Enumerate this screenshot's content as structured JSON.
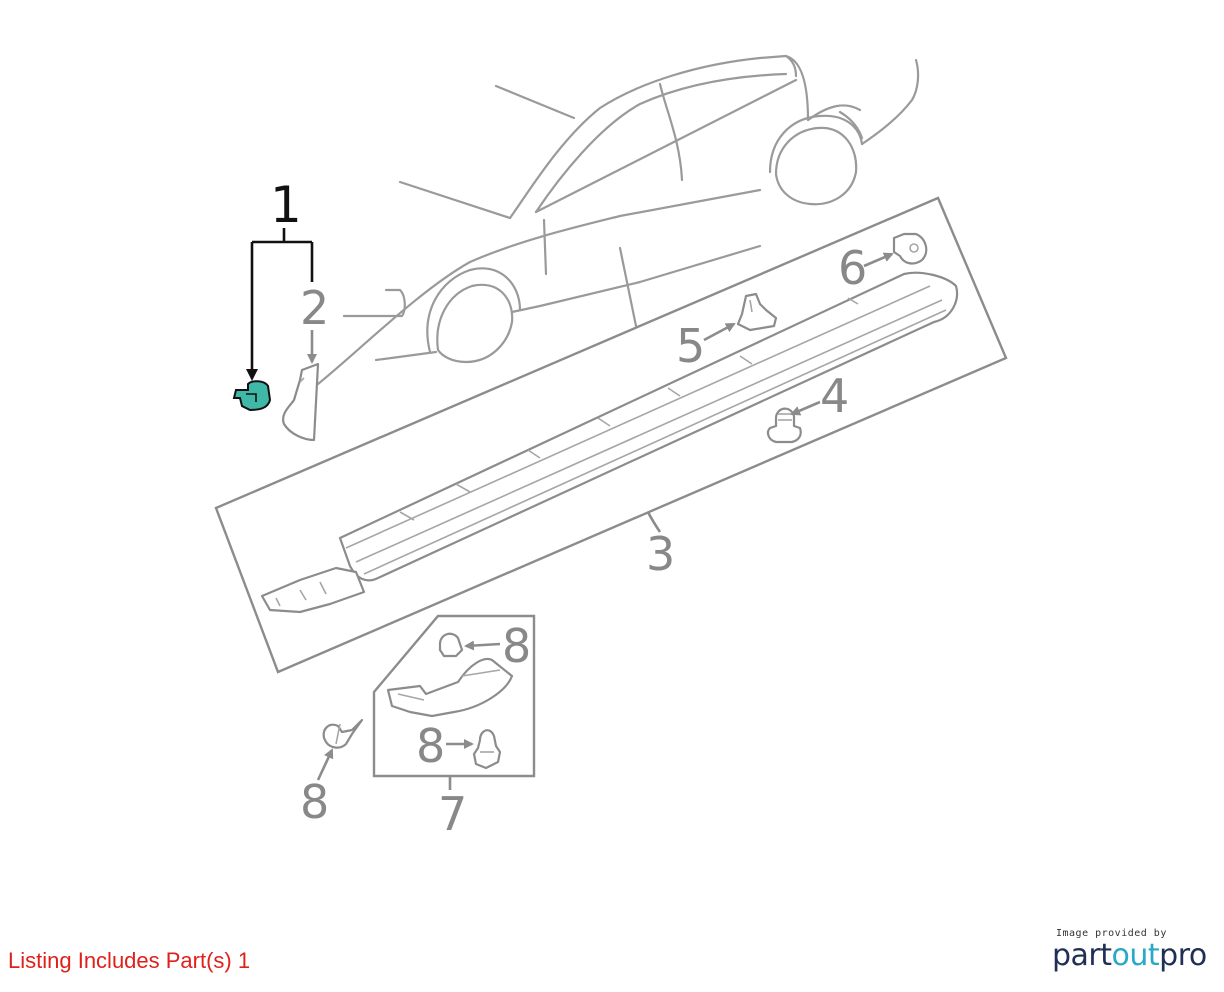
{
  "diagram": {
    "callouts": {
      "c1": "1",
      "c2": "2",
      "c3": "3",
      "c4": "4",
      "c5": "5",
      "c6": "6",
      "c7": "7",
      "c8a": "8",
      "c8b": "8",
      "c8c": "8"
    },
    "highlight_color": "#3fb8a8"
  },
  "listing_note": "Listing Includes Part(s) 1",
  "brand": {
    "caption": "Image provided by",
    "logo_part": "part",
    "logo_out": "out",
    "logo_pro": "pro"
  },
  "colors": {
    "listing_text": "#e0201b",
    "brand_dark": "#1f2f56",
    "brand_accent": "#2aa8c8"
  }
}
